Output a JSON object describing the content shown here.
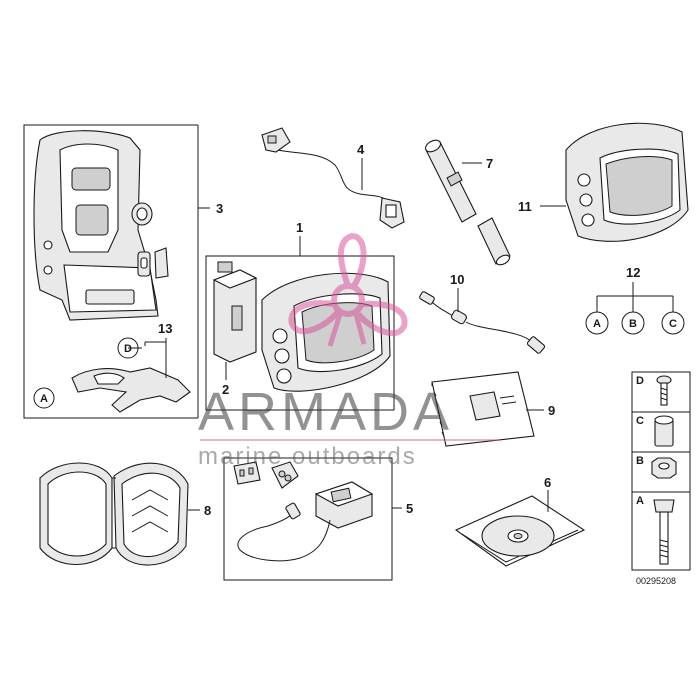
{
  "callouts": {
    "c1": "1",
    "c2": "2",
    "c3": "3",
    "c4": "4",
    "c5": "5",
    "c6": "6",
    "c7": "7",
    "c8": "8",
    "c9": "9",
    "c10": "10",
    "c11": "11",
    "c12": "12",
    "c13": "13"
  },
  "letters": {
    "a_bracket": "A",
    "d_bracket": "D",
    "a_12": "A",
    "b_12": "B",
    "c_12": "C",
    "d_table": "D",
    "c_table": "C",
    "b_table": "B",
    "a_table": "A"
  },
  "drawing_number": "00295208",
  "watermark": {
    "brand": "ARMADA",
    "tagline": "marine outboards",
    "accent_color": "#d9559a"
  },
  "colors": {
    "line": "#1a1a1a",
    "part_fill": "#e9e9e9",
    "background": "#ffffff"
  }
}
